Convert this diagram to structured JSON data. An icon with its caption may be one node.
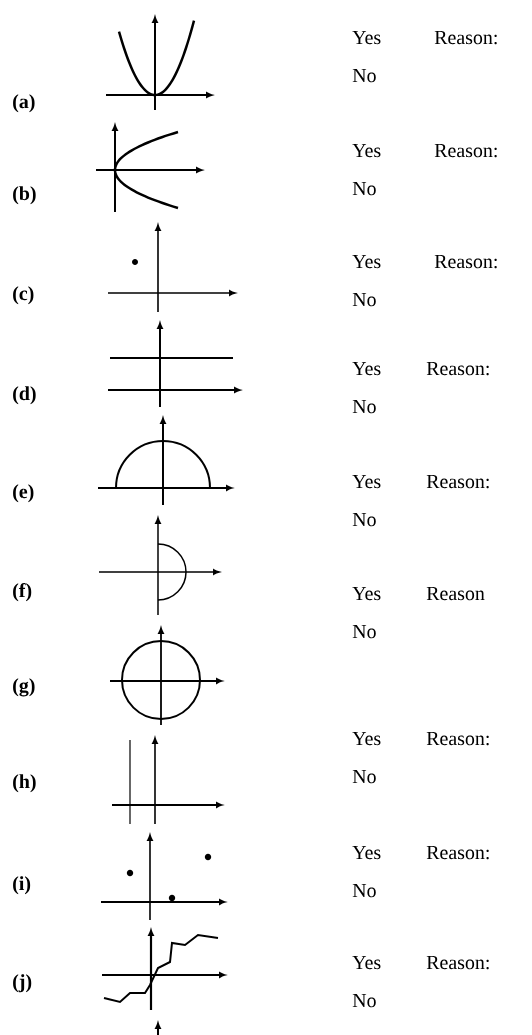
{
  "diagram": {
    "labels": [
      "Yes",
      "Reason:",
      "No",
      "(a)",
      "Yes",
      "Reason:",
      "No",
      "(b)",
      "Yes",
      "Reason:",
      "No",
      "(c)",
      "Yes",
      "Reason:",
      "No",
      "(d)",
      "Yes",
      "Reason:",
      "No",
      "(e)",
      "Yes",
      "Reason",
      "No",
      "(f)",
      "(g)",
      "Yes",
      "Reason:",
      "No",
      "(h)",
      "Yes",
      "Reason:",
      "No",
      "(i)",
      "Yes",
      "Reason:",
      "No",
      "(j)"
    ]
  }
}
